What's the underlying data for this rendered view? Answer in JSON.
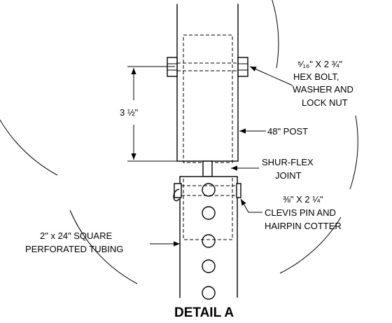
{
  "title": "DETAIL A",
  "labels": {
    "hex_bolt_size": "⁵⁄₁₆\" X 2 ¾\"",
    "hex_bolt_line1": "HEX BOLT,",
    "hex_bolt_line2": "WASHER AND",
    "hex_bolt_line3": "LOCK NUT",
    "dimension": "3 ½\"",
    "post": "48\" POST",
    "joint_line1": "SHUR-FLEX",
    "joint_line2": "JOINT",
    "clevis_size": "⅜\" X 2 ¼\"",
    "clevis_line1": "CLEVIS PIN AND",
    "clevis_line2": "HAIRPIN COTTER",
    "tubing_line1": "2\" x 24\" SQUARE",
    "tubing_line2": "PERFORATED TUBING"
  }
}
